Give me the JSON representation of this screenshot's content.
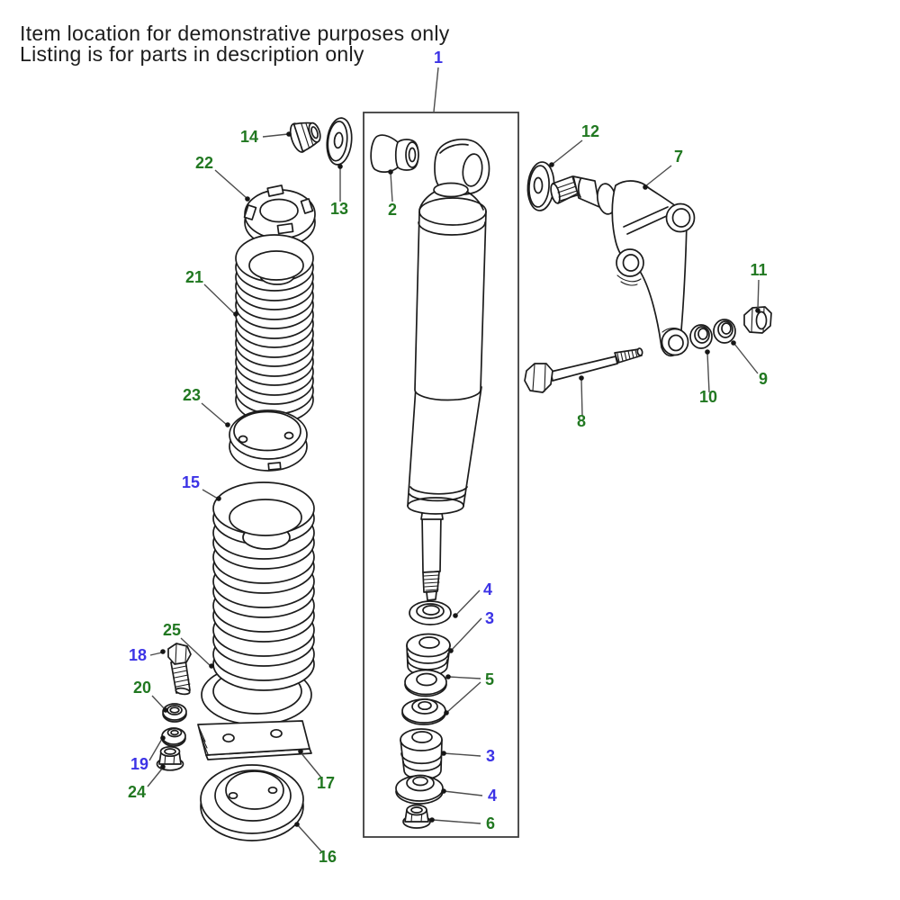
{
  "header": {
    "line1": "Item location for demonstrative purposes only",
    "line2": "Listing is for parts in description only"
  },
  "colors": {
    "green": "#217821",
    "blue": "#3c33e6",
    "outline": "#1c1c1c",
    "leader": "#4d4d4d",
    "background": "#ffffff"
  },
  "labels": {
    "n1": "1",
    "n2": "2",
    "n3": "3",
    "n4": "4",
    "n5": "5",
    "n6": "6",
    "n7": "7",
    "n8": "8",
    "n9": "9",
    "n10": "10",
    "n11": "11",
    "n12": "12",
    "n13": "13",
    "n14": "14",
    "n15": "15",
    "n16": "16",
    "n17": "17",
    "n18": "18",
    "n19": "19",
    "n20": "20",
    "n21": "21",
    "n22": "22",
    "n23": "23",
    "n24": "24",
    "n25": "25"
  }
}
